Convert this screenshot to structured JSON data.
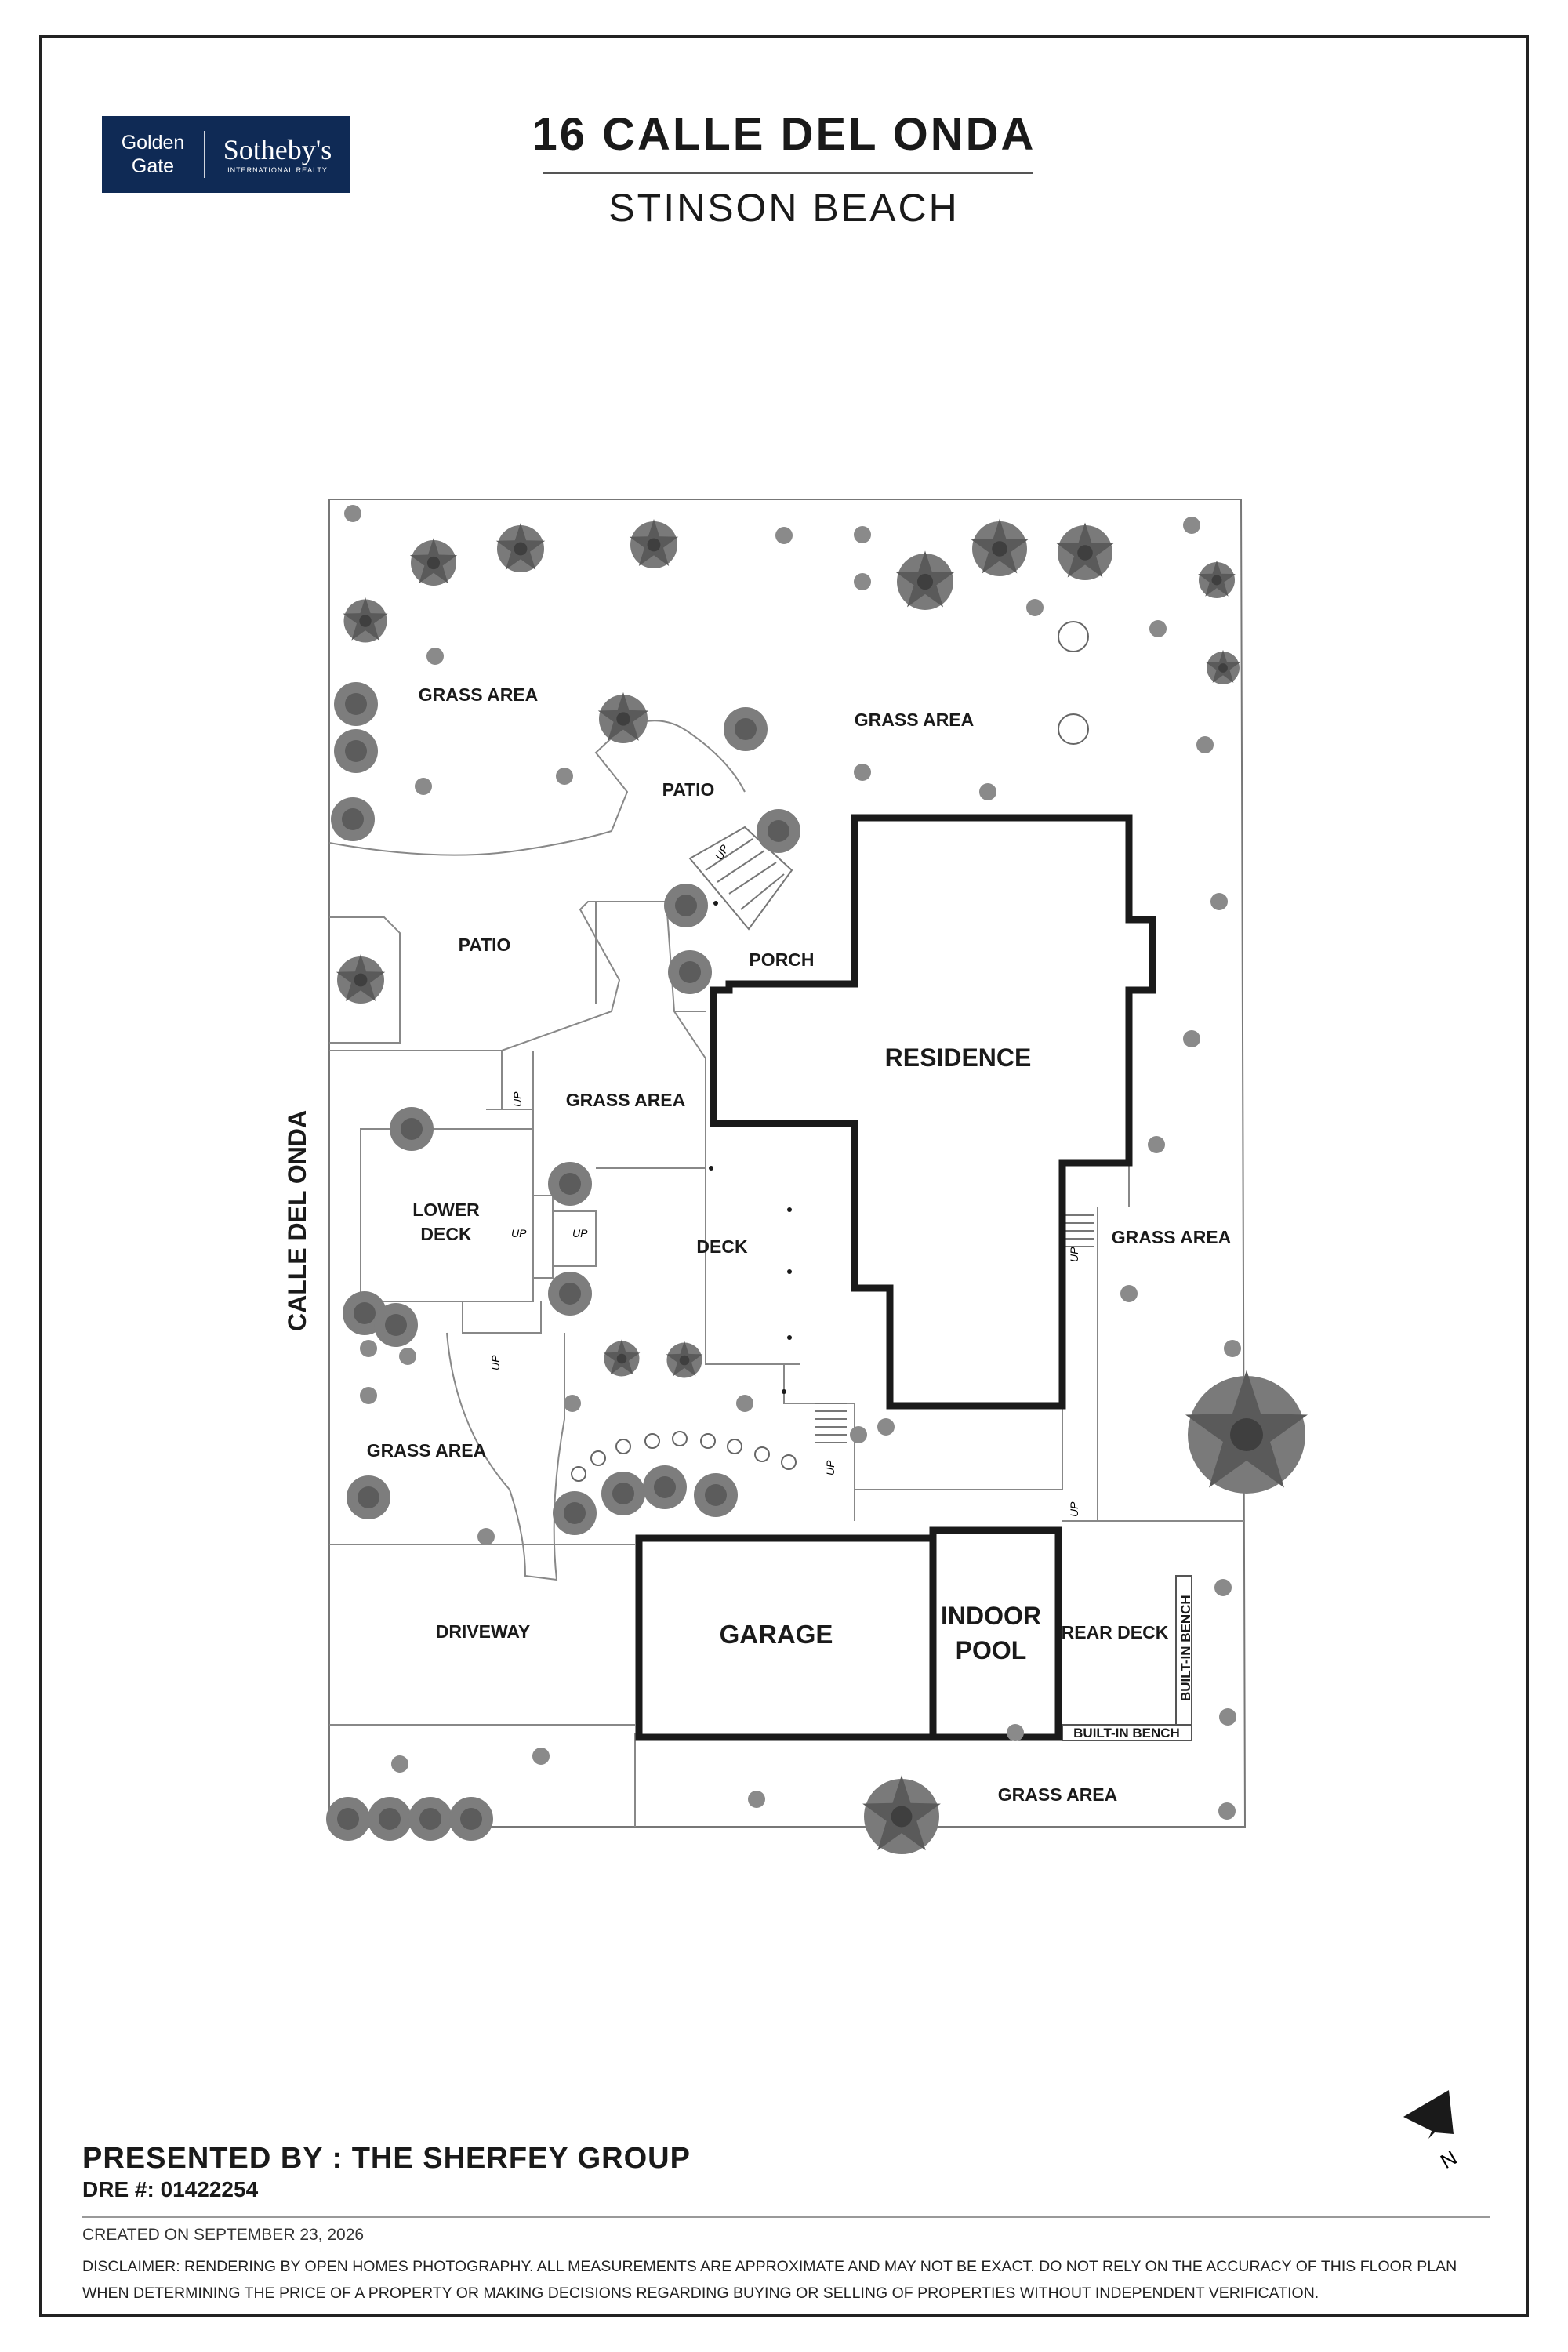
{
  "logo": {
    "line1": "Golden",
    "line2": "Gate",
    "brand": "Sotheby's",
    "tagline": "INTERNATIONAL REALTY"
  },
  "header": {
    "title": "16 CALLE DEL ONDA",
    "subtitle": "STINSON BEACH"
  },
  "plan": {
    "street": "CALLE DEL ONDA",
    "rooms": {
      "residence": "RESIDENCE",
      "garage": "GARAGE",
      "pool_line1": "INDOOR",
      "pool_line2": "POOL",
      "rear_deck": "REAR DECK",
      "porch": "PORCH",
      "deck": "DECK",
      "lower_deck_line1": "LOWER",
      "lower_deck_line2": "DECK",
      "patio_upper": "PATIO",
      "patio_left": "PATIO",
      "driveway": "DRIVEWAY",
      "grass_nw": "GRASS AREA",
      "grass_ne": "GRASS AREA",
      "grass_mid": "GRASS AREA",
      "grass_east": "GRASS AREA",
      "grass_sw": "GRASS AREA",
      "grass_south": "GRASS AREA",
      "bench_v": "BUILT-IN BENCH",
      "bench_h": "BUILT-IN BENCH",
      "up": "UP"
    },
    "tree_color": "#6f6f6f",
    "tree_dark": "#4a4a4a"
  },
  "compass": {
    "label": "N"
  },
  "footer": {
    "presented": "PRESENTED BY : THE SHERFEY GROUP",
    "dre": "DRE #: 01422254",
    "created": "CREATED ON SEPTEMBER 23, 2026",
    "disclaimer": "DISCLAIMER: RENDERING BY OPEN HOMES PHOTOGRAPHY. ALL MEASUREMENTS ARE APPROXIMATE AND MAY NOT BE EXACT. DO NOT RELY ON THE ACCURACY OF THIS FLOOR PLAN WHEN DETERMINING THE PRICE OF A PROPERTY OR MAKING DECISIONS REGARDING BUYING OR SELLING OF PROPERTIES WITHOUT INDEPENDENT VERIFICATION."
  }
}
